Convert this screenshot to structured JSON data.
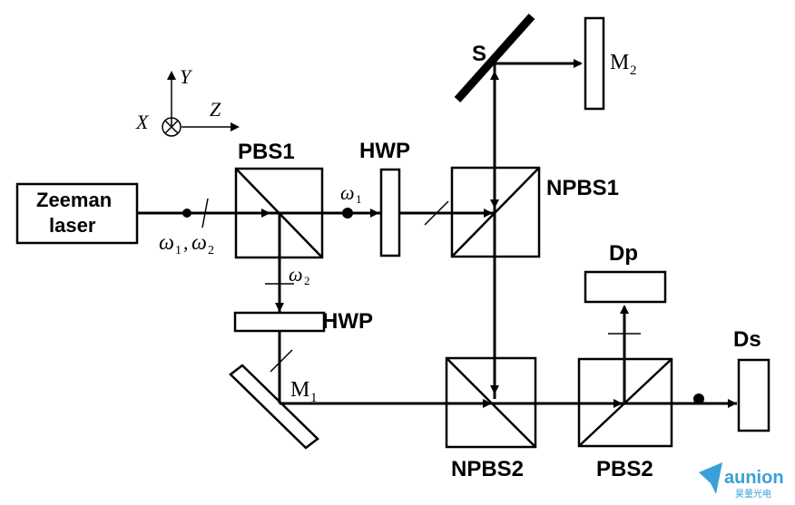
{
  "components": {
    "laser_line1": "Zeeman",
    "laser_line2": "laser",
    "pbs1": "PBS1",
    "pbs2": "PBS2",
    "npbs1": "NPBS1",
    "npbs2": "NPBS2",
    "hwp_top": "HWP",
    "hwp_bottom": "HWP",
    "dp": "Dp",
    "ds": "Ds",
    "s": "S",
    "m1": "M",
    "m1_sub": "1",
    "m2": "M",
    "m2_sub": "2"
  },
  "axes": {
    "x": "X",
    "y": "Y",
    "z": "Z"
  },
  "beams": {
    "omega": "ω",
    "sub1": "1",
    "sub2": "2",
    "comma": ","
  },
  "logo": {
    "name": "aunion",
    "sub": "昊量光电",
    "color": "#3aa0d8"
  }
}
